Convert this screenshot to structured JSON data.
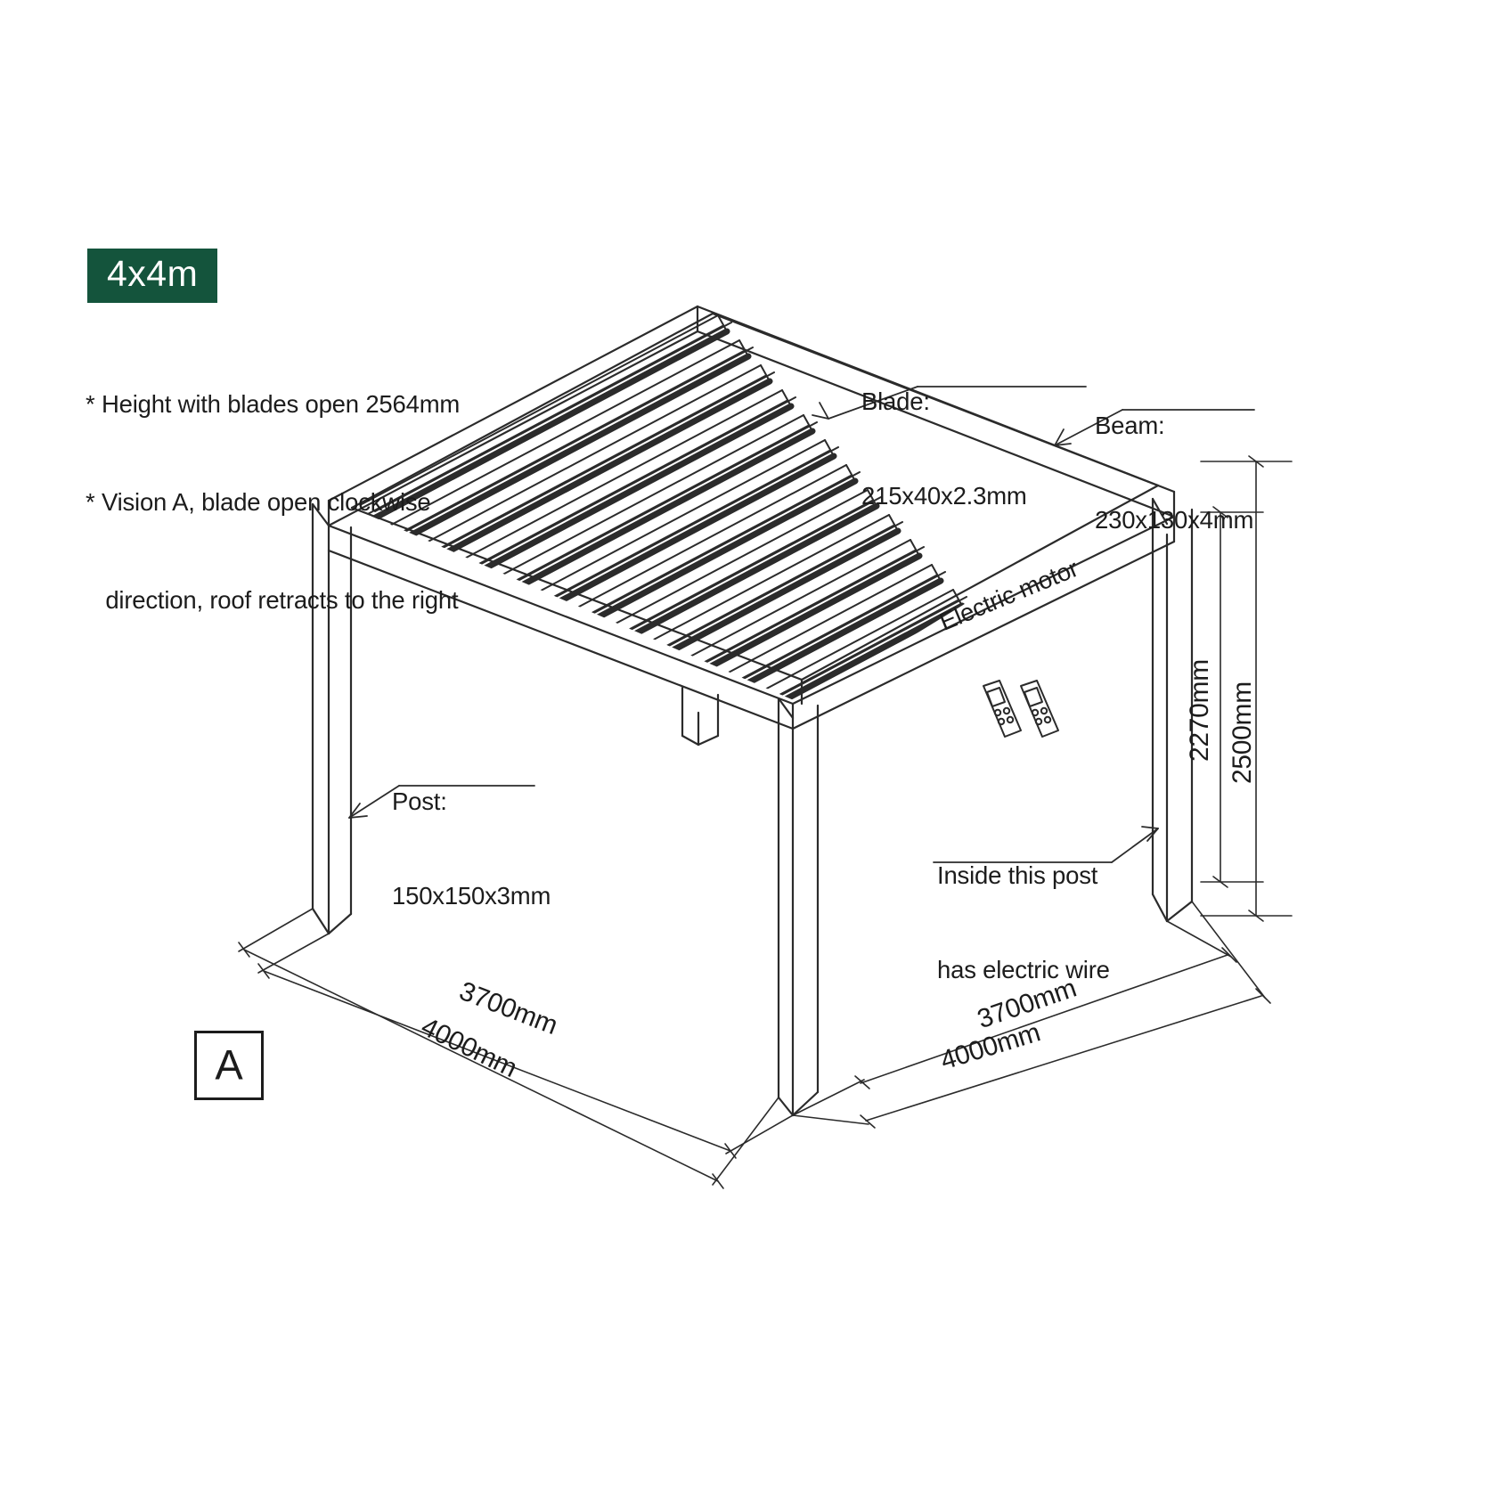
{
  "page": {
    "background_color": "#ffffff",
    "line_color": "#2b2b2b",
    "text_color": "#1c1c1c"
  },
  "badge": {
    "label": "4x4m",
    "background_color": "#14543c",
    "text_color": "#ffffff"
  },
  "notes": {
    "line1": "* Height with blades open 2564mm",
    "line2": "* Vision A, blade open clockwise",
    "line3": "   direction, roof retracts to the right"
  },
  "callouts": {
    "blade": {
      "title": "Blade:",
      "spec": "215x40x2.3mm"
    },
    "beam": {
      "title": "Beam:",
      "spec": "230x130x4mm"
    },
    "post": {
      "title": "Post:",
      "spec": "150x150x3mm"
    },
    "electric_motor": {
      "label": "Electric motor"
    },
    "electric_wire": {
      "line1": "Inside this post",
      "line2": "has electric wire"
    }
  },
  "dimensions": {
    "height_outer": "2500mm",
    "height_inner": "2270mm",
    "left_inner": "3700mm",
    "left_outer": "4000mm",
    "right_inner": "3700mm",
    "right_outer": "4000mm"
  },
  "view_marker": {
    "label": "A"
  }
}
